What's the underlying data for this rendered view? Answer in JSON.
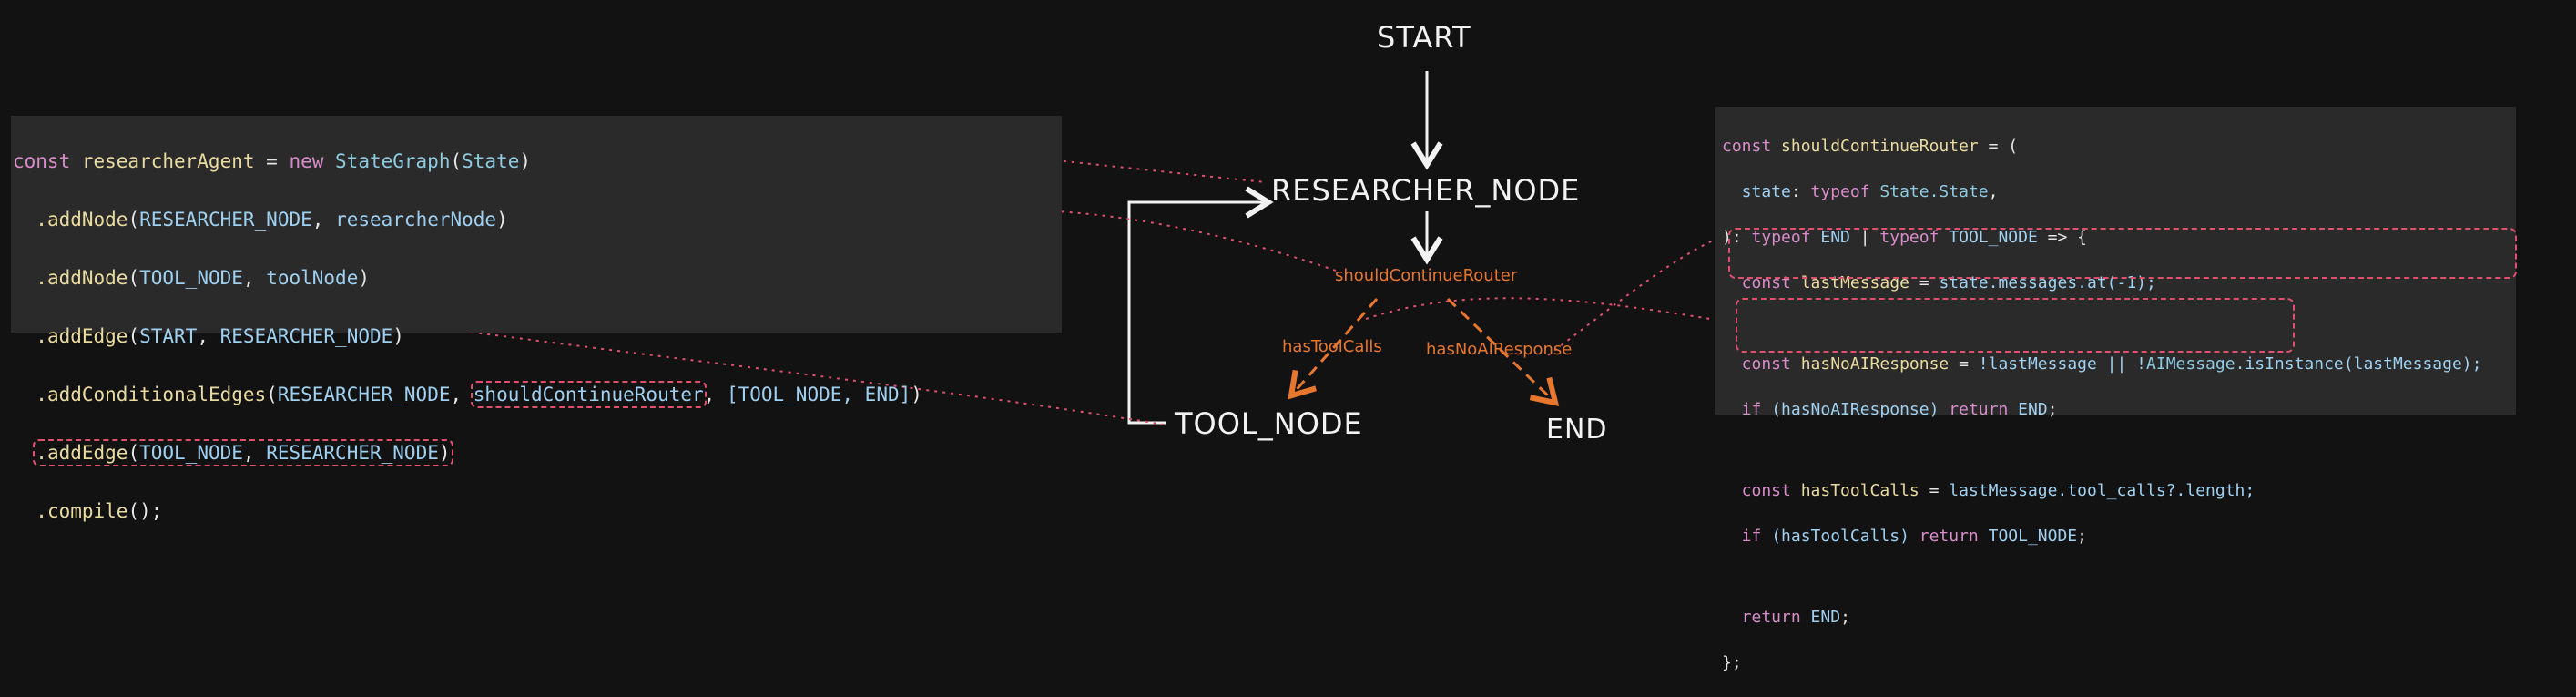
{
  "left_code": {
    "line1": {
      "kw1": "const ",
      "var": "researcherAgent",
      "eq": " = ",
      "kw2": "new ",
      "cls": "StateGraph",
      "p1": "(",
      "arg": "State",
      "p2": ")"
    },
    "line2": {
      "m": ".addNode",
      "p1": "(",
      "c1": "RESEARCHER_NODE",
      "sep": ", ",
      "a2": "researcherNode",
      "p2": ")"
    },
    "line3": {
      "m": ".addNode",
      "p1": "(",
      "c1": "TOOL_NODE",
      "sep": ", ",
      "a2": "toolNode",
      "p2": ")"
    },
    "line4": {
      "m": ".addEdge",
      "p1": "(",
      "c1": "START",
      "sep": ", ",
      "c2": "RESEARCHER_NODE",
      "p2": ")"
    },
    "line5": {
      "m": ".addConditionalEdges",
      "p1": "(",
      "c1": "RESEARCHER_NODE",
      "sep": ", ",
      "a2": "shouldContinueRouter",
      "sep2": ", ",
      "arr": "[TOOL_NODE, END]",
      "p2": ")"
    },
    "line6": {
      "m": ".addEdge",
      "p1": "(",
      "c1": "TOOL_NODE",
      "sep": ", ",
      "c2": "RESEARCHER_NODE",
      "p2": ")"
    },
    "line7": {
      "m": ".compile",
      "p": "();"
    }
  },
  "right_code": {
    "l1": {
      "kw": "const ",
      "fn": "shouldContinueRouter",
      "rest": " = ("
    },
    "l2": {
      "name": "  state",
      "colon": ": ",
      "kw": "typeof ",
      "ty": "State.State",
      "end": ","
    },
    "l3": {
      "open": "): ",
      "kw1": "typeof ",
      "c1": "END",
      "bar": " | ",
      "kw2": "typeof ",
      "c2": "TOOL_NODE",
      "arrow": " => {"
    },
    "l4": {
      "kw": "  const ",
      "var": "lastMessage",
      "eq": " = ",
      "expr": "state.messages.at(-1);"
    },
    "l5": {
      "kw": "  const ",
      "var": "hasNoAIResponse",
      "eq": " = ",
      "e1": "!lastMessage || !",
      "cls": "AIMessage",
      "e2": ".isInstance(lastMessage);"
    },
    "l6": {
      "kw": "  if ",
      "cond": "(hasNoAIResponse) ",
      "ret": "return ",
      "c": "END",
      "end": ";"
    },
    "l7": {
      "kw": "  const ",
      "var": "hasToolCalls",
      "eq": " = ",
      "expr": "lastMessage.tool_calls?.length;"
    },
    "l8": {
      "kw": "  if ",
      "cond": "(hasToolCalls) ",
      "ret": "return ",
      "c": "TOOL_NODE",
      "end": ";"
    },
    "l9": {
      "ret": "  return ",
      "c": "END",
      "end": ";"
    },
    "l10": {
      "t": "};"
    }
  },
  "graph": {
    "start": "START",
    "researcher": "RESEARCHER_NODE",
    "router": "shouldContinueRouter",
    "tool": "TOOL_NODE",
    "end": "END",
    "edge_tool": "hasToolCalls",
    "edge_end": "hasNoAIResponse"
  },
  "colors": {
    "accent_orange": "#e8772e",
    "dotted_link": "#e0506e",
    "node_text": "#f2f2f2"
  }
}
